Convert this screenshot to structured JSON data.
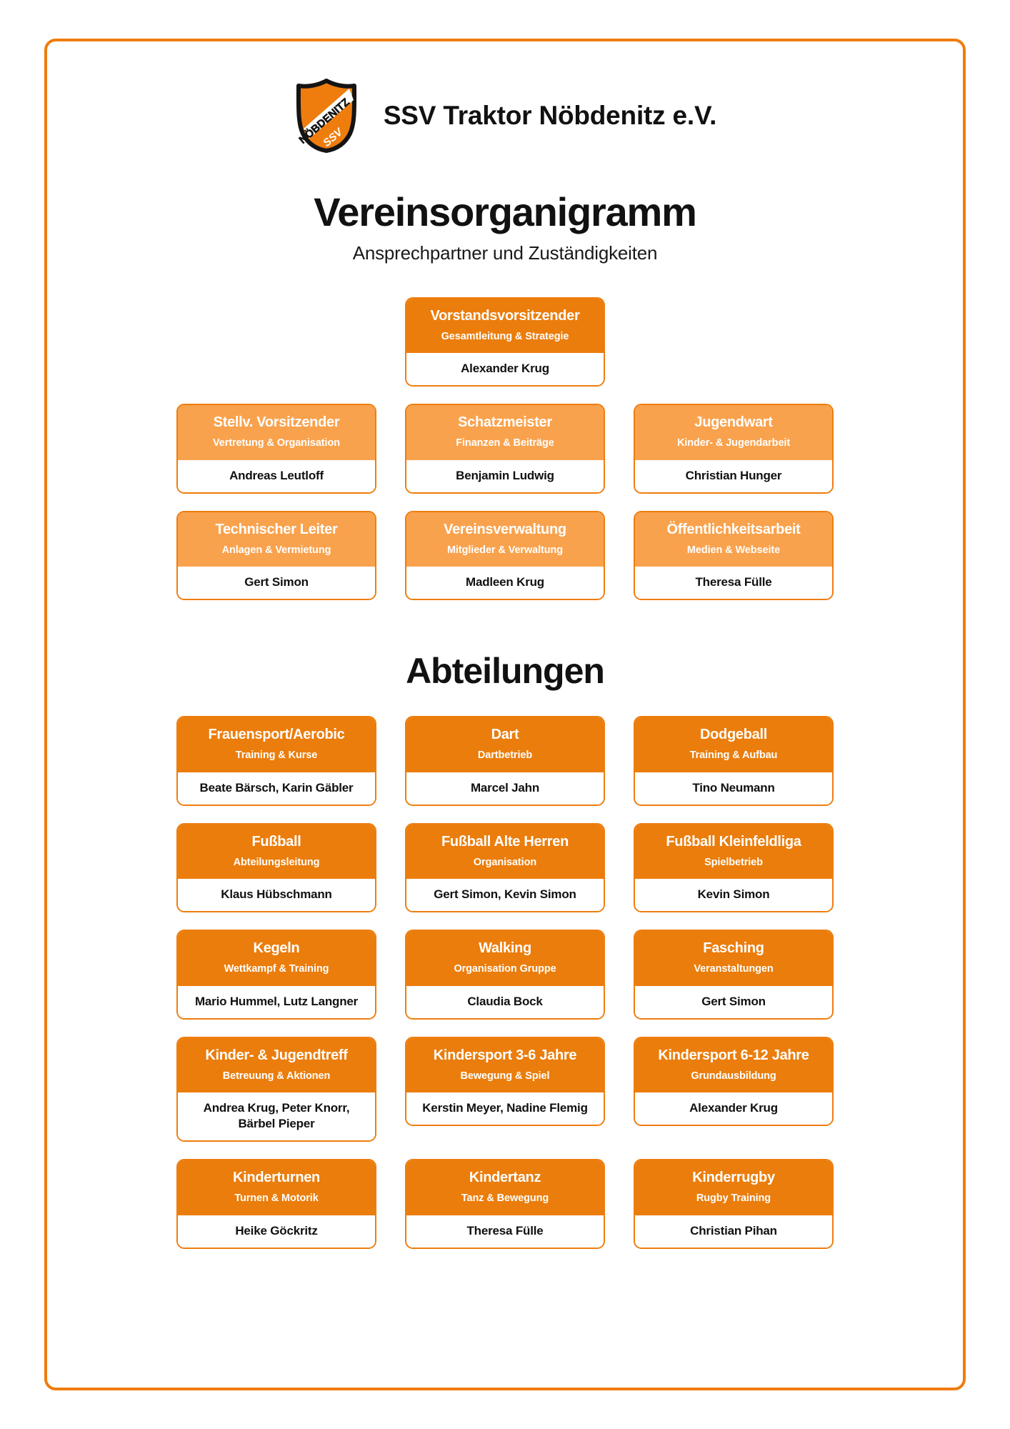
{
  "frame": {
    "accent_color": "#EE7D0E"
  },
  "header": {
    "logo_name": "club-crest-icon",
    "logo_text_main": "NÖBDENITZ",
    "logo_text_sub": "SSV",
    "club_name": "SSV Traktor Nöbdenitz e.V."
  },
  "title": {
    "main": "Vereinsorganigramm",
    "subtitle": "Ansprechpartner und Zuständigkeiten"
  },
  "colors": {
    "accent_dark": "#EB7D0C",
    "accent_light": "#F9A24D",
    "border": "#EE7D0E",
    "text": "#111111",
    "card_bg": "#FFFFFF"
  },
  "board": {
    "chair": {
      "role": "Vorstandsvorsitzender",
      "desc": "Gesamtleitung & Strategie",
      "person": "Alexander Krug",
      "tone": "dark"
    },
    "rows": [
      [
        {
          "role": "Stellv. Vorsitzender",
          "desc": "Vertretung & Organisation",
          "person": "Andreas Leutloff",
          "tone": "light"
        },
        {
          "role": "Schatzmeister",
          "desc": "Finanzen & Beiträge",
          "person": "Benjamin Ludwig",
          "tone": "light"
        },
        {
          "role": "Jugendwart",
          "desc": "Kinder- & Jugendarbeit",
          "person": "Christian Hunger",
          "tone": "light"
        }
      ],
      [
        {
          "role": "Technischer Leiter",
          "desc": "Anlagen & Vermietung",
          "person": "Gert Simon",
          "tone": "light"
        },
        {
          "role": "Vereinsverwaltung",
          "desc": "Mitglieder & Verwaltung",
          "person": "Madleen Krug",
          "tone": "light"
        },
        {
          "role": "Öffentlichkeitsarbeit",
          "desc": "Medien & Webseite",
          "person": "Theresa Fülle",
          "tone": "light"
        }
      ]
    ]
  },
  "departments": {
    "heading": "Abteilungen",
    "rows": [
      [
        {
          "role": "Frauensport/Aerobic",
          "desc": "Training & Kurse",
          "person": "Beate Bärsch, Karin Gäbler",
          "tone": "dark"
        },
        {
          "role": "Dart",
          "desc": "Dartbetrieb",
          "person": "Marcel Jahn",
          "tone": "dark"
        },
        {
          "role": "Dodgeball",
          "desc": "Training & Aufbau",
          "person": "Tino Neumann",
          "tone": "dark"
        }
      ],
      [
        {
          "role": "Fußball",
          "desc": "Abteilungsleitung",
          "person": "Klaus Hübschmann",
          "tone": "dark"
        },
        {
          "role": "Fußball Alte Herren",
          "desc": "Organisation",
          "person": "Gert Simon, Kevin Simon",
          "tone": "dark"
        },
        {
          "role": "Fußball Kleinfeldliga",
          "desc": "Spielbetrieb",
          "person": "Kevin Simon",
          "tone": "dark"
        }
      ],
      [
        {
          "role": "Kegeln",
          "desc": "Wettkampf & Training",
          "person": "Mario Hummel, Lutz Langner",
          "tone": "dark"
        },
        {
          "role": "Walking",
          "desc": "Organisation Gruppe",
          "person": "Claudia Bock",
          "tone": "dark"
        },
        {
          "role": "Fasching",
          "desc": "Veranstaltungen",
          "person": "Gert Simon",
          "tone": "dark"
        }
      ],
      [
        {
          "role": "Kinder- & Jugendtreff",
          "desc": "Betreuung & Aktionen",
          "person": "Andrea Krug, Peter Knorr, Bärbel Pieper",
          "tone": "dark"
        },
        {
          "role": "Kindersport 3-6 Jahre",
          "desc": "Bewegung & Spiel",
          "person": "Kerstin Meyer, Nadine Flemig",
          "tone": "dark"
        },
        {
          "role": "Kindersport 6-12 Jahre",
          "desc": "Grundausbildung",
          "person": "Alexander Krug",
          "tone": "dark"
        }
      ],
      [
        {
          "role": "Kinderturnen",
          "desc": "Turnen & Motorik",
          "person": "Heike Göckritz",
          "tone": "dark"
        },
        {
          "role": "Kindertanz",
          "desc": "Tanz & Bewegung",
          "person": "Theresa Fülle",
          "tone": "dark"
        },
        {
          "role": "Kinderrugby",
          "desc": "Rugby Training",
          "person": "Christian Pihan",
          "tone": "dark"
        }
      ]
    ]
  }
}
